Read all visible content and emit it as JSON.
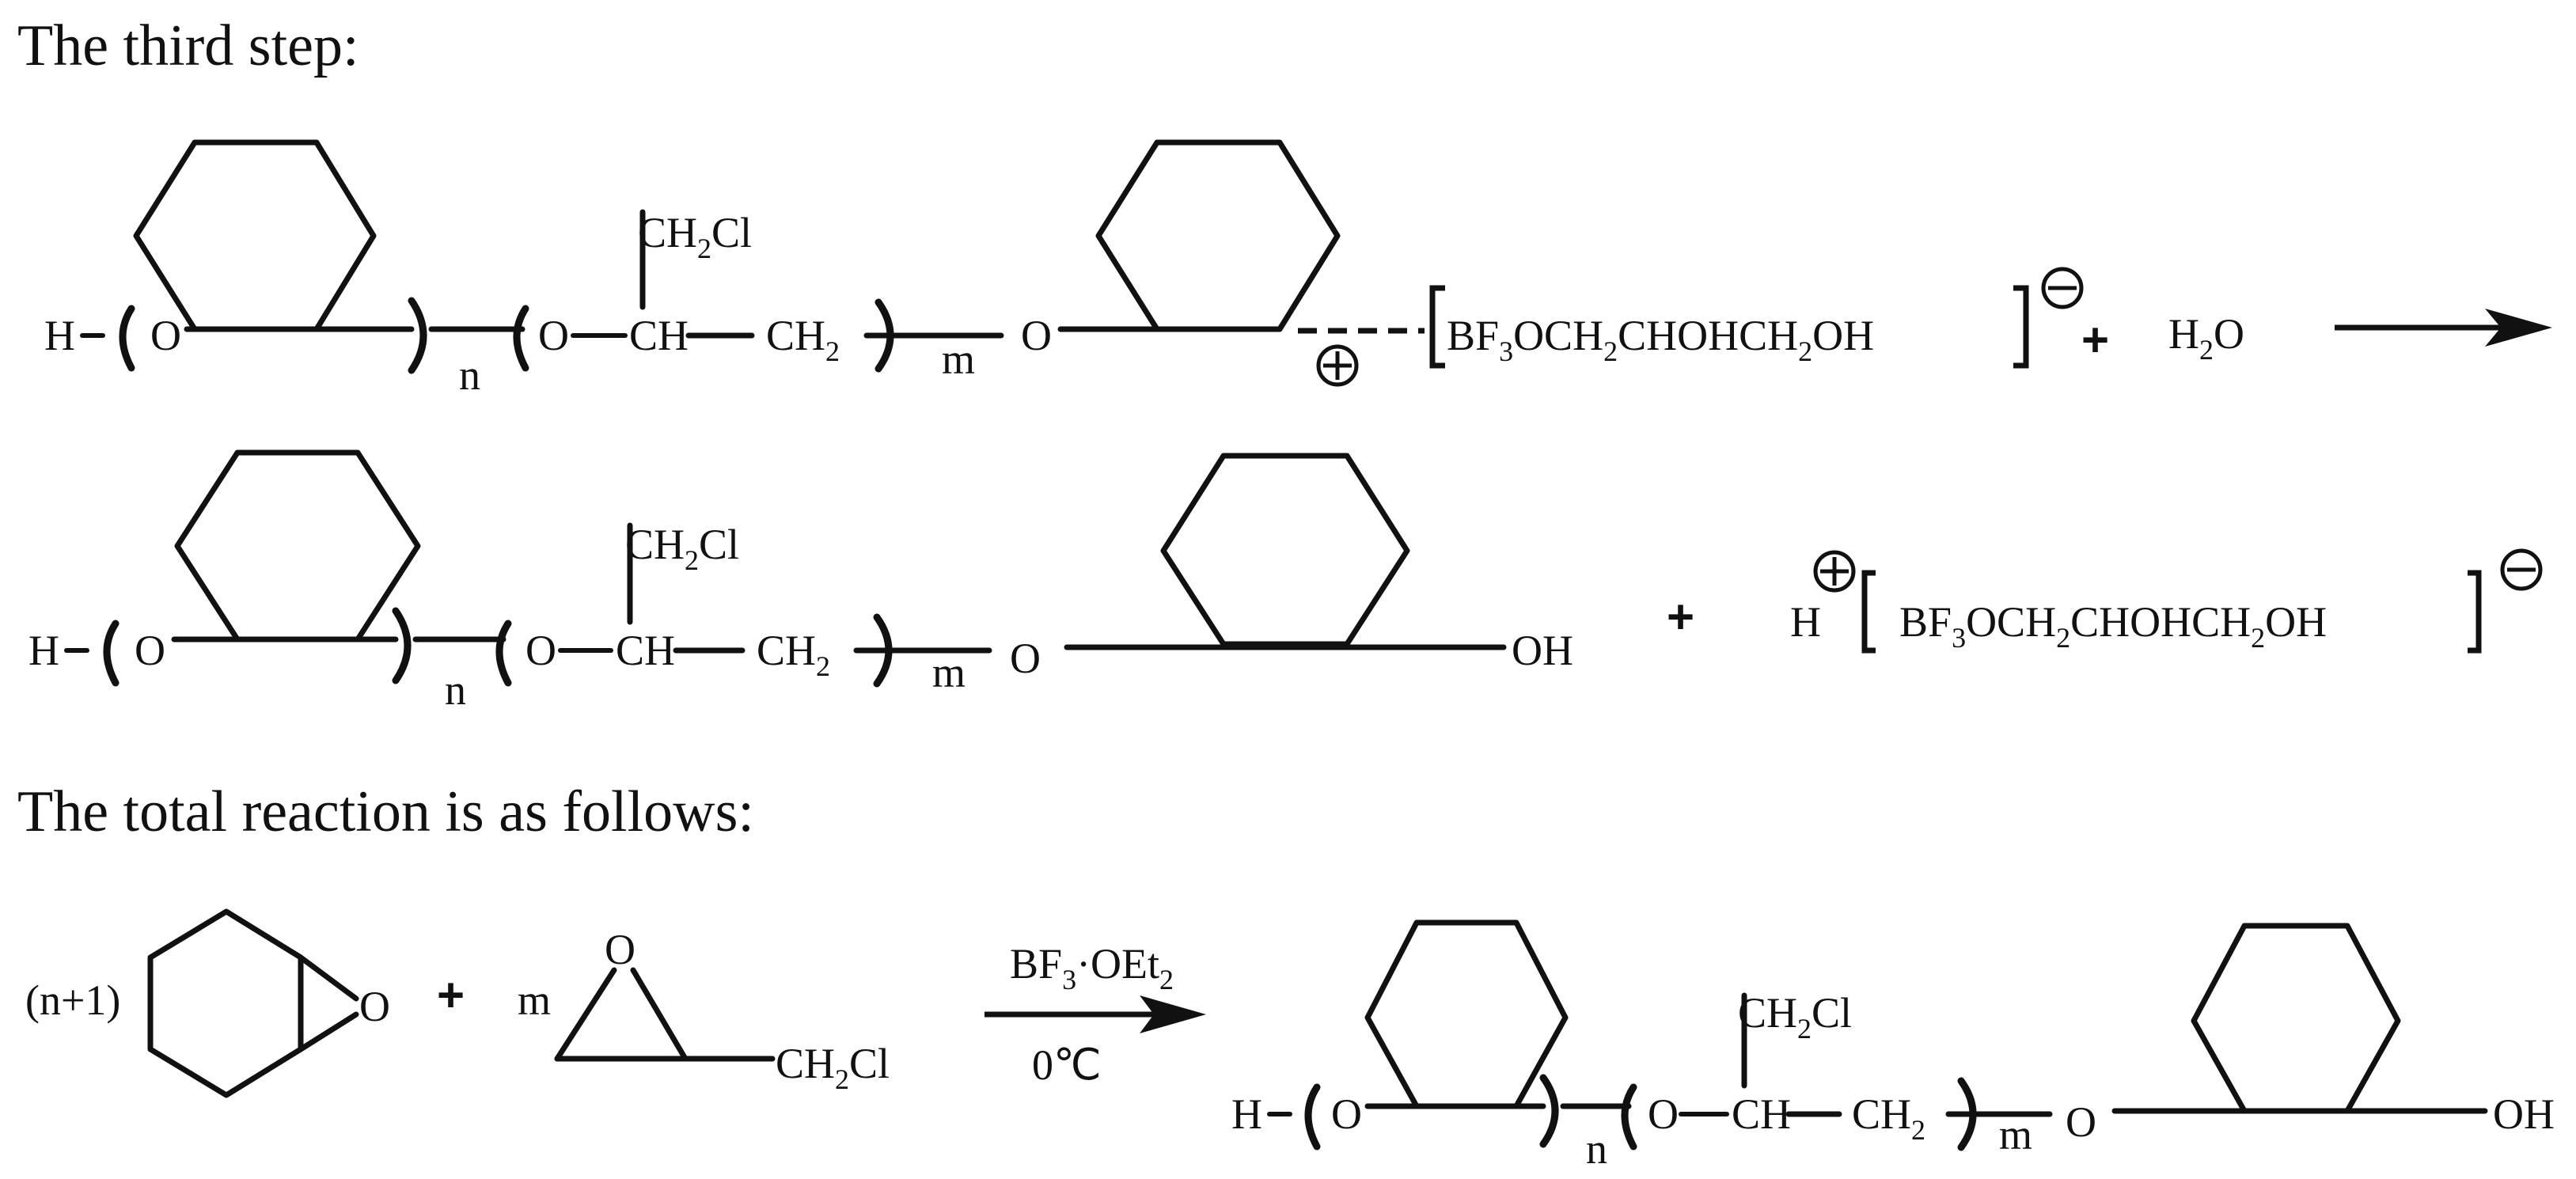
{
  "headings": {
    "third_step": "The third step:",
    "total_reaction": "The total reaction is as follows:"
  },
  "row1": {
    "h": "H",
    "o1": "O",
    "n": "n",
    "o2": "O",
    "ch": "CH",
    "ch2cl_ch": "CH",
    "ch2cl_two": "2",
    "ch2cl_cl": "Cl",
    "ch2_ch": "CH",
    "ch2_two": "2",
    "m": "m",
    "o3": "O",
    "bf_b": "BF",
    "bf_3": "3",
    "bf_och": "OCH",
    "bf_2a": "2",
    "bf_mid": "CHOHCH",
    "bf_2b": "2",
    "bf_oh": "OH",
    "plus": "+",
    "water_h": "H",
    "water_2": "2",
    "water_o": "O"
  },
  "row2": {
    "h": "H",
    "o1": "O",
    "n": "n",
    "o2": "O",
    "ch": "CH",
    "ch2cl_ch": "CH",
    "ch2cl_two": "2",
    "ch2cl_cl": "Cl",
    "ch2_ch": "CH",
    "ch2_two": "2",
    "m": "m",
    "o3": "O",
    "oh": "OH",
    "plus": "+",
    "proton_h": "H",
    "bf_b": "BF",
    "bf_3": "3",
    "bf_och": "OCH",
    "bf_2a": "2",
    "bf_mid": "CHOHCH",
    "bf_2b": "2",
    "bf_oh": "OH"
  },
  "row3": {
    "coef1": "(n+1)",
    "epox_o": "O",
    "plus": "+",
    "coef2": "m",
    "epi_o": "O",
    "epi_ch": "CH",
    "epi_2": "2",
    "epi_cl": "Cl",
    "cat_bf": "BF",
    "cat_3": "3",
    "cat_dot": "·",
    "cat_oet": "OEt",
    "cat_2": "2",
    "temp": "0℃",
    "h": "H",
    "o1": "O",
    "n": "n",
    "o2": "O",
    "ch": "CH",
    "ch2cl_ch": "CH",
    "ch2cl_two": "2",
    "ch2cl_cl": "Cl",
    "ch2_ch": "CH",
    "ch2_two": "2",
    "m": "m",
    "o3": "O",
    "oh": "OH"
  }
}
